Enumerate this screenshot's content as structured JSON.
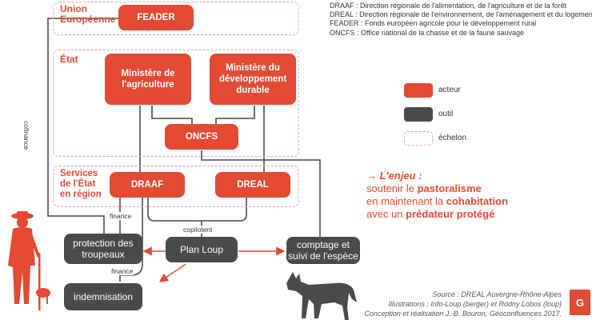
{
  "glossary": [
    "DRAAF : Direction régionale de l'alimentation, de l'agriculture et de la forêt",
    "DREAL : Direction régionale de l'environnement, de l'aménagement et du logement",
    "FEADER : Fonds européen agricole pour le développement rural",
    "ONCFS : Office national de la chasse et de la faune sauvage"
  ],
  "zones": {
    "eu": "Union\nEuropéenne",
    "state": "État",
    "services": "Services\nde l'État\nen région"
  },
  "actors": {
    "feader": "FEADER",
    "min_agri": "Ministère de\nl'agriculture",
    "min_dev": "Ministère du\ndéveloppement\ndurable",
    "oncfs": "ONCFS",
    "draaf": "DRAAF",
    "dreal": "DREAL"
  },
  "tools": {
    "protection": "protection des\ntroupeaux",
    "plan_loup": "Plan Loup",
    "comptage": "comptage et\nsuivi de l'espèce",
    "indemnisation": "indemnisation"
  },
  "edge_labels": {
    "cofinance": "cofinance",
    "finance1": "finance",
    "finance2": "finance",
    "copilotent": "copilotent"
  },
  "legend": {
    "actor": "acteur",
    "tool": "outil",
    "level": "échelon"
  },
  "stake": {
    "heading": "→ L'enjeu :",
    "line1_a": "soutenir le ",
    "line1_b": "pastoralisme",
    "line2_a": "en maintenant la ",
    "line2_b": "cohabitation",
    "line3_a": "avec un ",
    "line3_b": "prédateur protégé"
  },
  "credits": {
    "source": "Source : DREAL Auvergne-Rhône-Alpes",
    "illustrations": "Illustrations : Info-Loup (berger) et Rodny Lobos (loup)",
    "conception": "Conception et réalisation J.-B. Bouron, Géoconfluences 2017."
  },
  "logo_text": "G",
  "colors": {
    "actor": "#e24a33",
    "tool": "#4a4a4c",
    "zone_border": "#e8a4a4",
    "connector": "#4a4a4c",
    "arrow": "#e24a33"
  }
}
